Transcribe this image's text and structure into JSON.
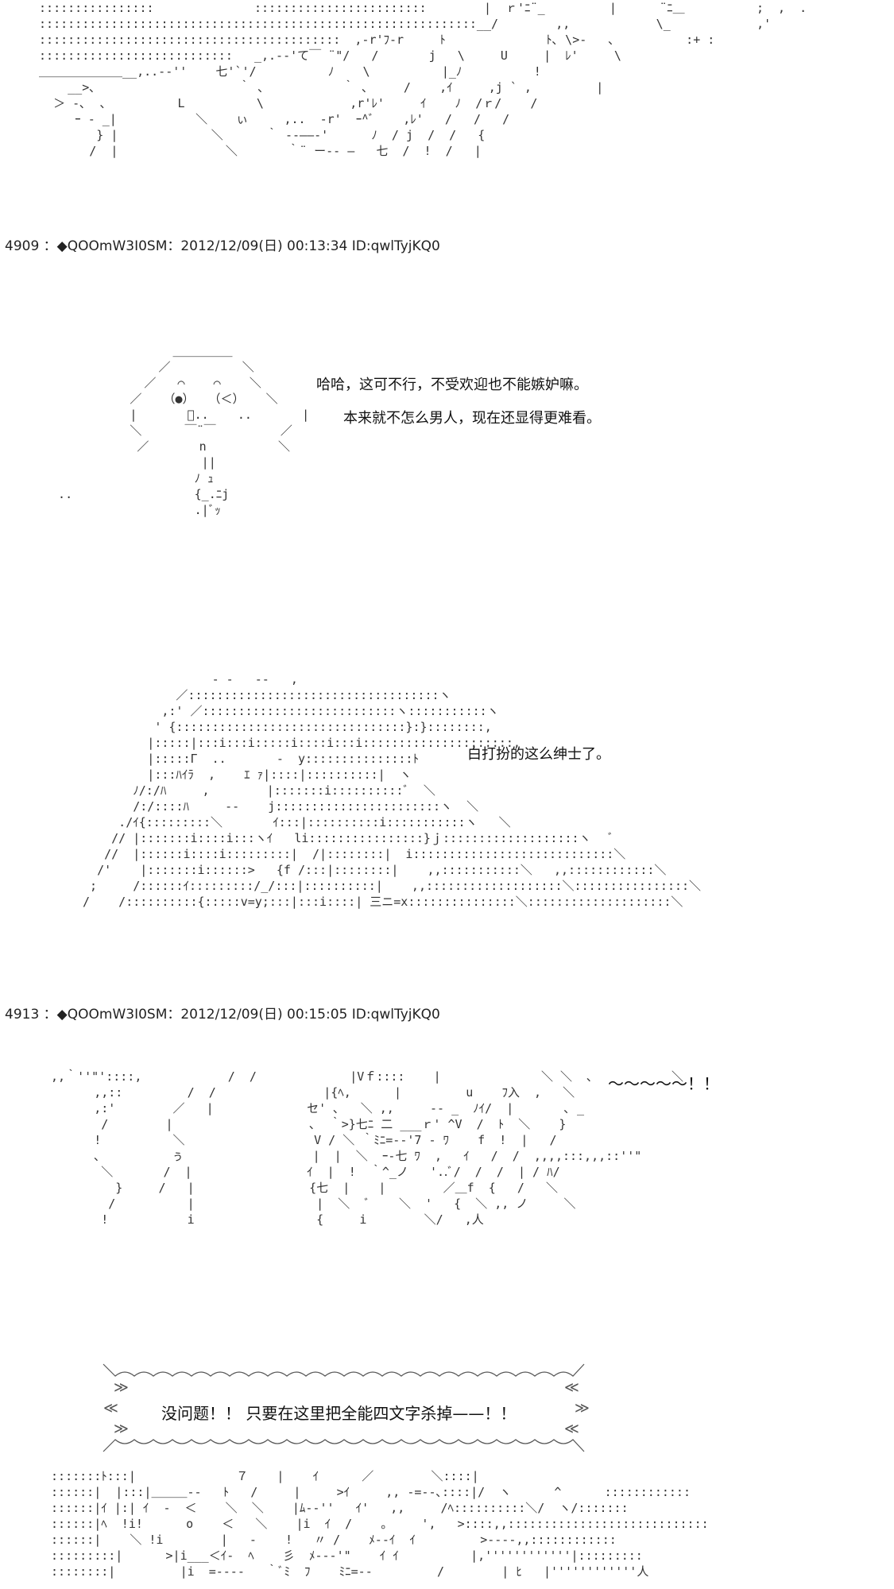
{
  "posts": [
    {
      "header": "4909 ：◆QOOmW3I0SM：2012/12/09(日) 00:13:34 ID:qwlTyjKQ0"
    },
    {
      "header": "4913 ：◆QOOmW3I0SM：2012/12/09(日) 00:15:05 ID:qwlTyjKQ0"
    }
  ],
  "dialog": {
    "line1": "哈哈，这可不行，不受欢迎也不能嫉妒嘛。",
    "line2": "本来就不怎么男人，现在还显得更难看。",
    "line3": "白打扮的这么绅士了。",
    "shout": "～～～～～！！"
  },
  "banner": {
    "text": "没问题！！ 只要在这里把全能四文字杀掉——！！"
  }
}
